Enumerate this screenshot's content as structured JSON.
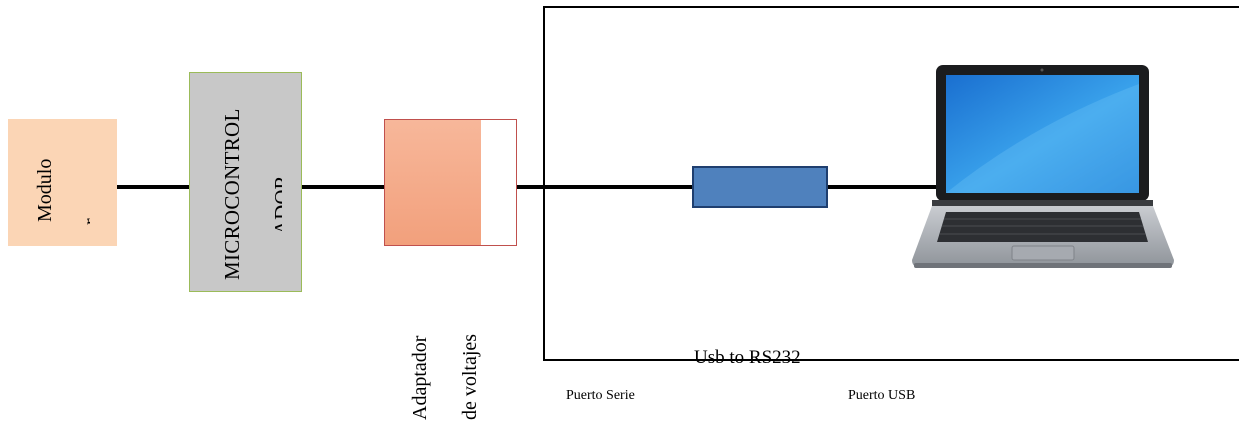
{
  "blocks": {
    "modulo": {
      "label": "Modulo",
      "label_cut": "r"
    },
    "microcontrolador": {
      "label": "MICROCONTROL",
      "label_cut": "ADOR"
    },
    "adaptador": {
      "label_line1": "Adaptador",
      "label_line2": "de voltajes"
    },
    "usb_rs232": {
      "label": "Usb to RS232"
    },
    "laptop": {
      "icon": "laptop-icon"
    }
  },
  "labels": {
    "puerto_serie": "Puerto Serie",
    "puerto_usb": "Puerto USB"
  },
  "colors": {
    "modulo_fill": "#fbd5b5",
    "micro_fill": "#c8c8c8",
    "micro_border": "#9bbb59",
    "adaptador_fill": "#f4a582",
    "adaptador_border": "#c0504d",
    "usb_fill": "#4f81bd",
    "usb_border": "#1f3f6f"
  }
}
